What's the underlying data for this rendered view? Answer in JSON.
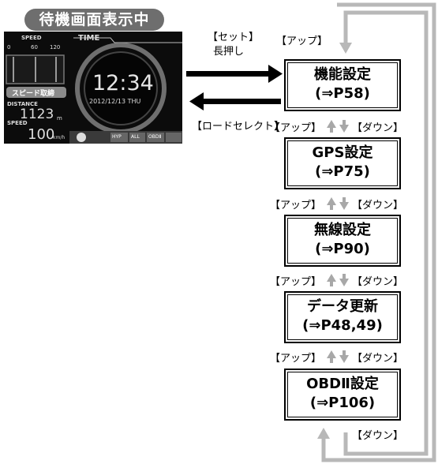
{
  "badge": "待機画面表示中",
  "screen": {
    "speed_label": "SPEED",
    "scale": [
      "0",
      "60",
      "120"
    ],
    "time_label": "TIME",
    "clock": "12:34",
    "date": "2012/12/13 THU",
    "mode_label": "スピード取締",
    "distance_label": "DISTANCE",
    "distance_value": "1123",
    "distance_unit": "m",
    "speed_value": "100",
    "speed_unit": "km/h",
    "bottom_buttons": [
      "HYP",
      "ALL",
      "OBDⅡ"
    ]
  },
  "labels": {
    "set_long_press_1": "【セット】",
    "set_long_press_2": "長押し",
    "road_select": "【ロードセレクト】",
    "up": "【アップ】",
    "down": "【ダウン】"
  },
  "menu": [
    {
      "title": "機能設定",
      "ref": "(⇒P58)"
    },
    {
      "title": "GPS設定",
      "ref": "(⇒P75)"
    },
    {
      "title": "無線設定",
      "ref": "(⇒P90)"
    },
    {
      "title": "データ更新",
      "ref": "(⇒P48,49)"
    },
    {
      "title": "OBDⅡ設定",
      "ref": "(⇒P106)"
    }
  ],
  "colors": {
    "loop_gray": "#b8b8b8",
    "arrow_gray": "#a8a8a8",
    "black": "#000000"
  }
}
